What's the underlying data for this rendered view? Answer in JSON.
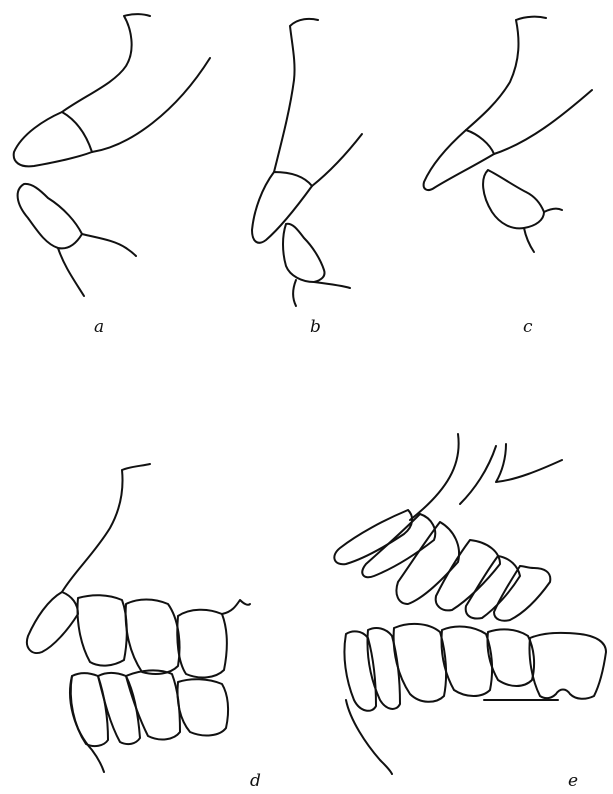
{
  "panels": [
    {
      "id": "a",
      "label": "a"
    },
    {
      "id": "b",
      "label": "b"
    },
    {
      "id": "c",
      "label": "c"
    },
    {
      "id": "d",
      "label": "d"
    },
    {
      "id": "e",
      "label": "e"
    }
  ],
  "colors": {
    "ink": "#111111",
    "background": "#ffffff"
  }
}
